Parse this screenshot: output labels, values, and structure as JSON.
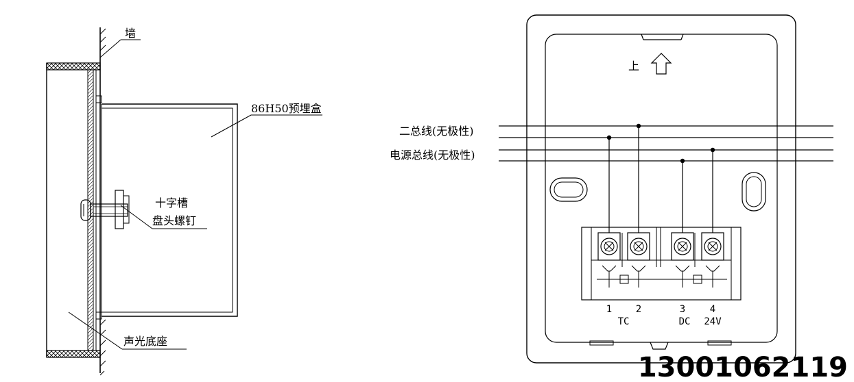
{
  "side_view": {
    "wall_label": "墙",
    "box_label": "86H50预埋盒",
    "screw_label_line1": "十字槽",
    "screw_label_line2": "盘头螺钉",
    "base_label": "声光底座"
  },
  "front_view": {
    "up_label": "上",
    "bus_label": "二总线(无极性)",
    "power_label": "电源总线(无极性)",
    "terminals": [
      {
        "number": "1"
      },
      {
        "number": "2"
      },
      {
        "number": "3"
      },
      {
        "number": "4"
      }
    ],
    "group_tc": "TC",
    "group_dc": "DC",
    "group_24v": "24V"
  },
  "watermark": {
    "phone": "13001062119"
  },
  "colors": {
    "line": "#000000",
    "background": "#ffffff"
  }
}
